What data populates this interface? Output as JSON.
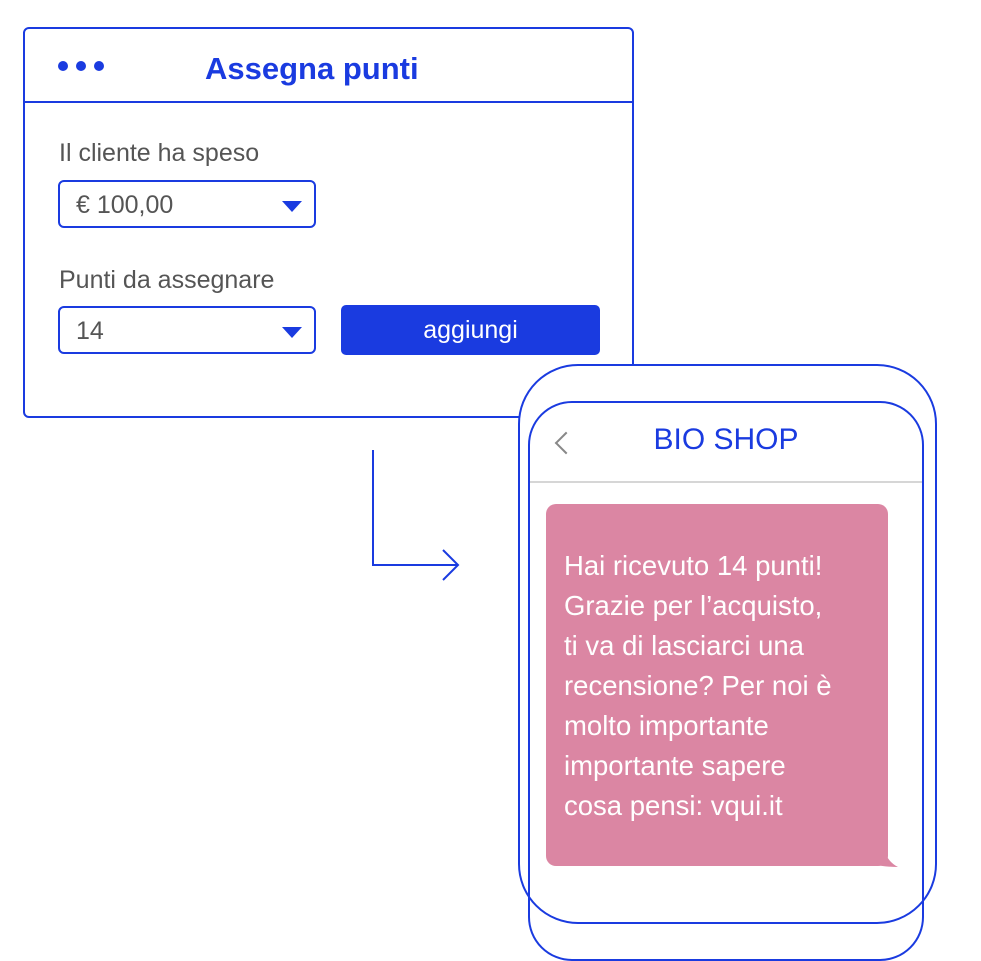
{
  "window": {
    "title": "Assegna punti",
    "menu_icon": "more-dots-icon",
    "spent_label": "Il cliente ha speso",
    "spent_value": "€ 100,00",
    "points_label": "Punti da assegnare",
    "points_value": "14",
    "add_button": "aggiungi"
  },
  "phone": {
    "back_icon": "chevron-left-icon",
    "title": "BIO SHOP",
    "message": "Hai ricevuto 14 punti!\nGrazie per l’acquisto,\nti va di lasciarci una\nrecensione? Per noi è\nmolto importante\nimportante sapere\ncosa pensi: vqui.it"
  },
  "colors": {
    "accent": "#1a3be0",
    "bubble": "#db86a3",
    "label_text": "#555555"
  }
}
